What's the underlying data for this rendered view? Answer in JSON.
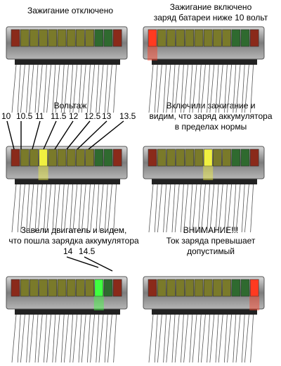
{
  "panels": [
    {
      "caption": "Зажигание отключено",
      "segments": [
        "red",
        "olive",
        "olive",
        "olive",
        "olive",
        "olive",
        "olive",
        "olive",
        "olive",
        "green",
        "green",
        "red"
      ],
      "lit": []
    },
    {
      "caption": "Зажигание включено\nзаряд батареи ниже 10 вольт",
      "segments": [
        "red",
        "olive",
        "olive",
        "olive",
        "olive",
        "olive",
        "olive",
        "olive",
        "olive",
        "green",
        "green",
        "red"
      ],
      "lit": [
        0
      ]
    },
    {
      "caption": "Вольтаж",
      "segments": [
        "red",
        "olive",
        "olive",
        "olive",
        "olive",
        "olive",
        "olive",
        "olive",
        "olive",
        "green",
        "green",
        "red"
      ],
      "lit": [
        3
      ]
    },
    {
      "caption": "Включили зажигание и\nвидим, что заряд аккумулятора\nв пределах нормы",
      "segments": [
        "red",
        "olive",
        "olive",
        "olive",
        "olive",
        "olive",
        "olive",
        "olive",
        "olive",
        "green",
        "green",
        "red"
      ],
      "lit": [
        6
      ]
    },
    {
      "caption": "Завели двигатель и видем,\nчто пошла зарядка аккумулятора",
      "segments": [
        "red",
        "olive",
        "olive",
        "olive",
        "olive",
        "olive",
        "olive",
        "olive",
        "olive",
        "green",
        "green",
        "red"
      ],
      "lit": [
        9
      ]
    },
    {
      "caption": "ВНИМАНИЕ!!!\nТок заряда превышает\nдопустимый",
      "segments": [
        "red",
        "olive",
        "olive",
        "olive",
        "olive",
        "olive",
        "olive",
        "olive",
        "olive",
        "green",
        "green",
        "red"
      ],
      "lit": [
        11
      ]
    }
  ],
  "voltage_scale": [
    "10",
    "10.5",
    "11",
    "11.5",
    "12",
    "12.5",
    "13",
    "13.5"
  ],
  "charge_scale": [
    "14",
    "14.5"
  ],
  "colors": {
    "red_off": "#8a2a1a",
    "red_on": "#ff3a20",
    "olive_off": "#7a7a2a",
    "yellow_on": "#f0f040",
    "green_off": "#2f6a2f",
    "green_on": "#40ff40",
    "housing": "#8a8a8a",
    "base": "#222222",
    "pins": "#555555"
  }
}
